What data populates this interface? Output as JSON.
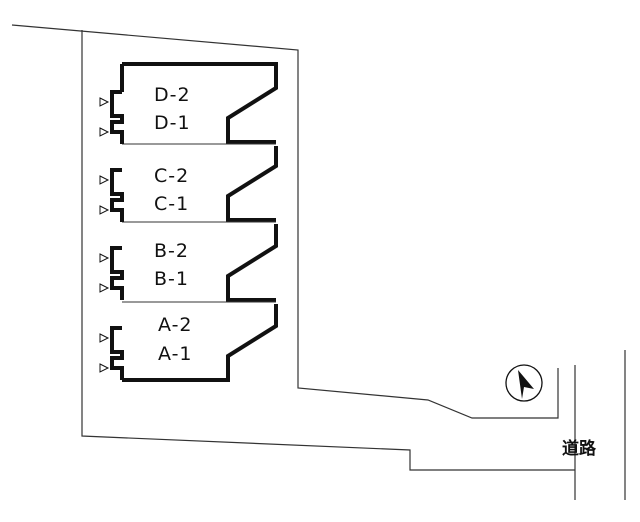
{
  "units": [
    {
      "id": "D",
      "upper": "D-2",
      "lower": "D-1"
    },
    {
      "id": "C",
      "upper": "C-2",
      "lower": "C-1"
    },
    {
      "id": "B",
      "upper": "B-2",
      "lower": "B-1"
    },
    {
      "id": "A",
      "upper": "A-2",
      "lower": "A-1"
    }
  ],
  "road": {
    "label": "道路"
  },
  "compass": {
    "icon": "north-arrow-icon"
  },
  "colors": {
    "line": "#111111",
    "background": "#ffffff"
  }
}
